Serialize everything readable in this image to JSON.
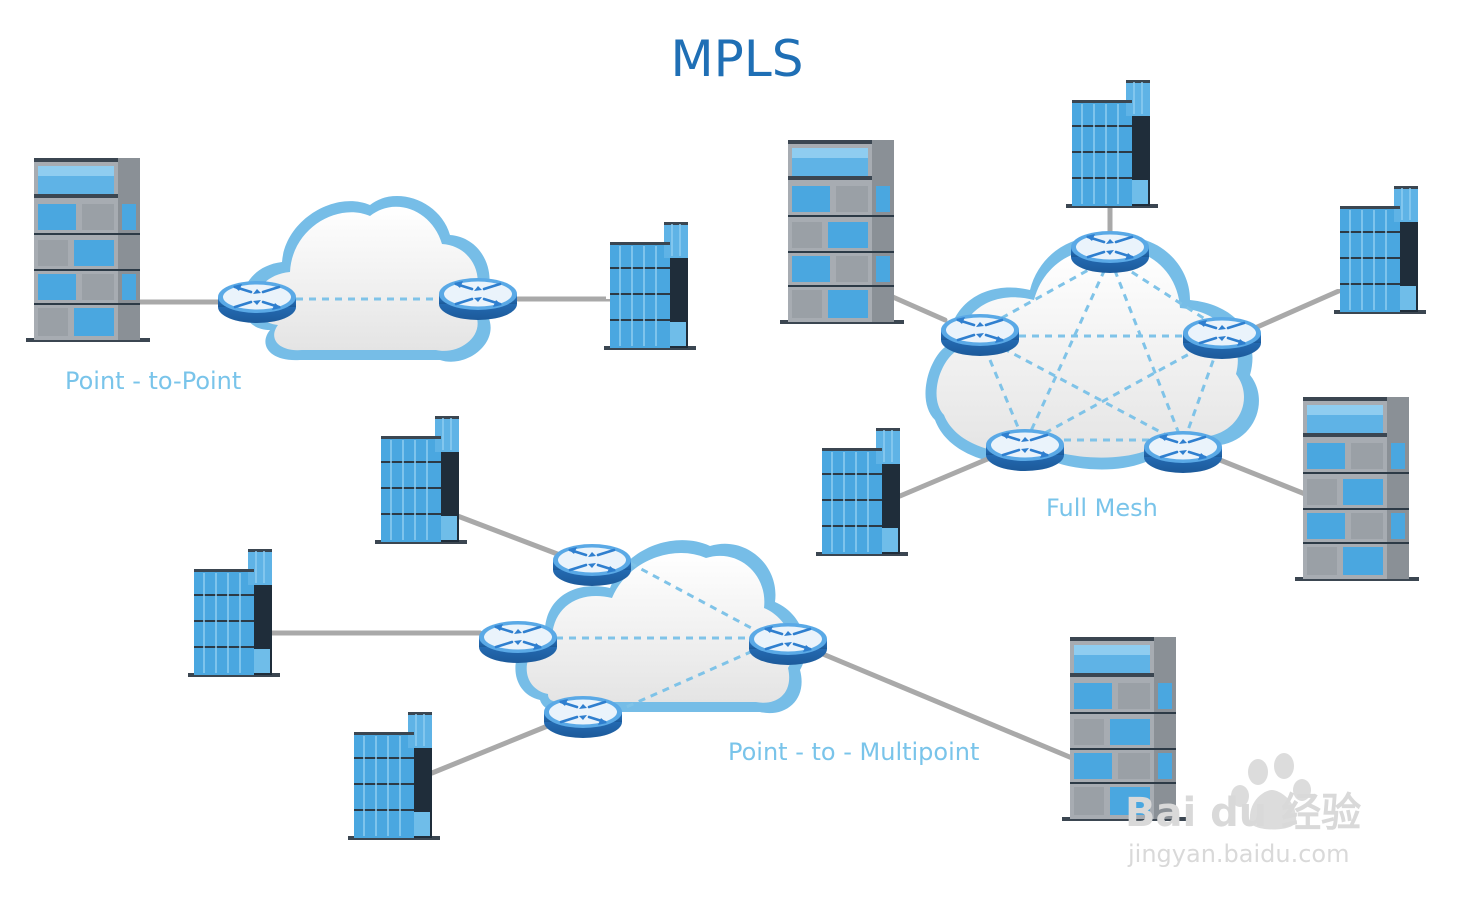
{
  "title": "MPLS",
  "captions": {
    "point_to_point": "Point - to-Point",
    "full_mesh": "Full Mesh",
    "point_to_multipoint": "Point - to - Multipoint"
  },
  "watermark": {
    "brand": "Bai du 经验",
    "url": "jingyan.baidu.com"
  },
  "colors": {
    "title": "#1f6fb5",
    "caption": "#79c4ea",
    "router": "#3a8fd6",
    "link": "#a9a9a9",
    "virtual_link": "#7fc3e8",
    "cloud_outline": "#76bde7"
  },
  "icons": [
    "cloud-icon",
    "router-icon",
    "office-building-icon",
    "tower-building-icon",
    "baidu-paw-logo-icon"
  ]
}
